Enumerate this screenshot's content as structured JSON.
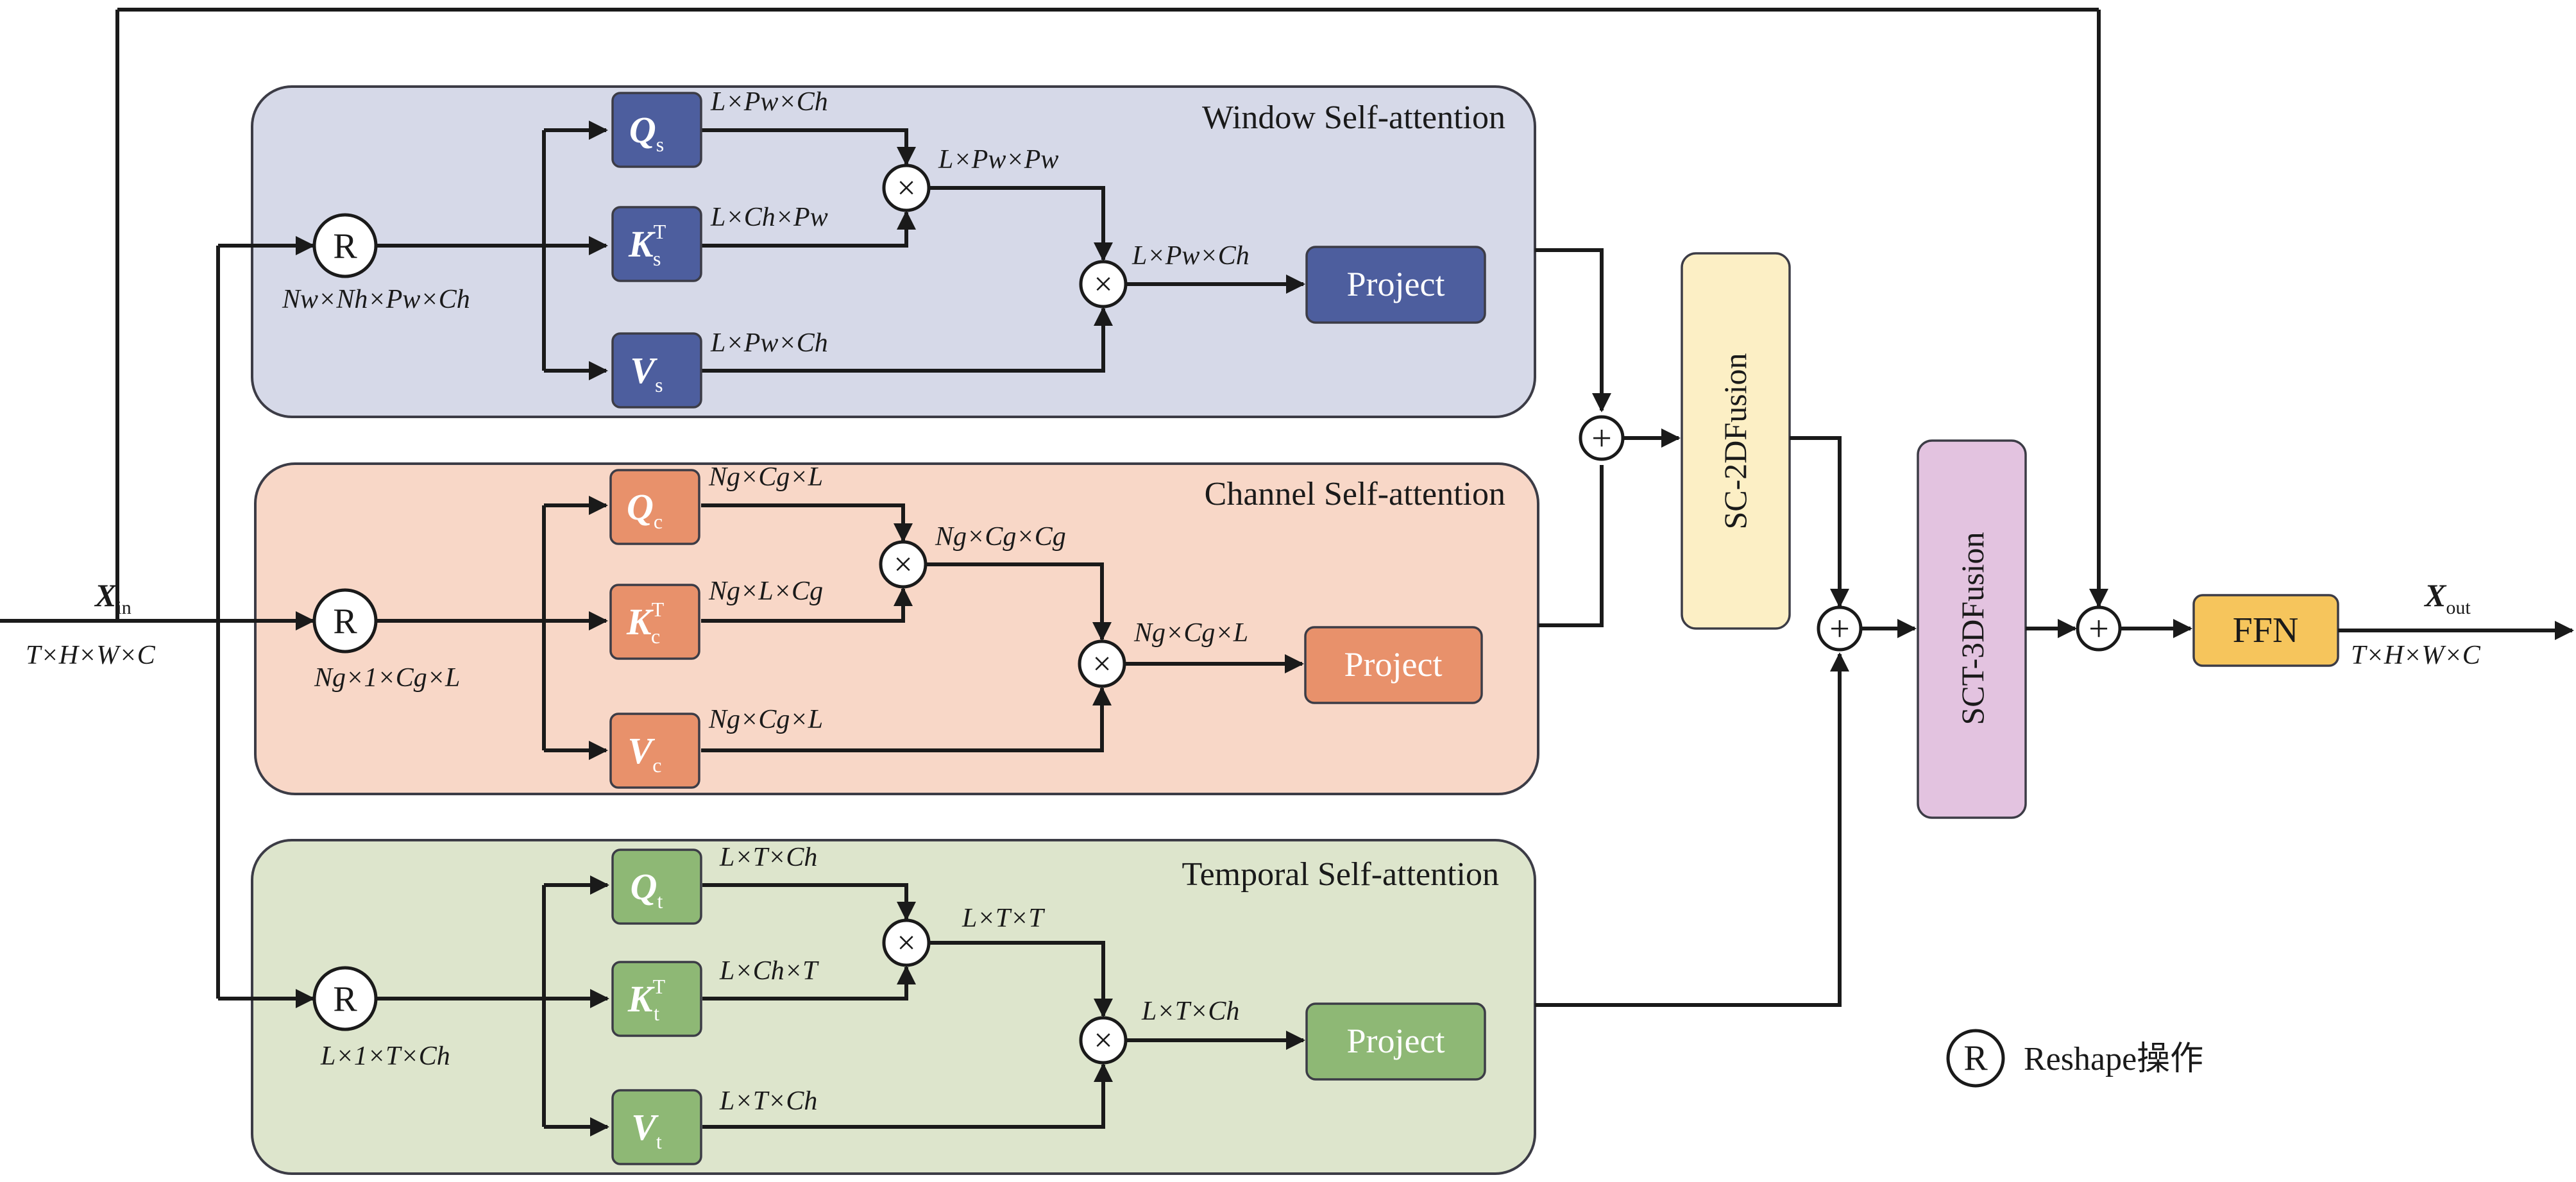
{
  "colors": {
    "window_panel": "#d6d9e8",
    "window_block": "#4d5e9e",
    "channel_panel": "#f8d7c7",
    "channel_block": "#e8916b",
    "temporal_panel": "#dde5cc",
    "temporal_block": "#8eb875",
    "sc2d": "#fcefc5",
    "sct3d": "#e3c3e0",
    "ffn": "#f6c55c"
  },
  "input": {
    "symbol": "X",
    "sub": "in",
    "shape": "T×H×W×C"
  },
  "output": {
    "symbol": "X",
    "sub": "out",
    "shape": "T×H×W×C"
  },
  "panels": {
    "window": {
      "title": "Window Self-attention",
      "reshape_symbol": "R",
      "reshape_dims": "Nw×Nh×Pw×Ch",
      "q": {
        "letter": "Q",
        "sub": "s",
        "sup": ""
      },
      "k": {
        "letter": "K",
        "sub": "s",
        "sup": "T"
      },
      "v": {
        "letter": "V",
        "sub": "s",
        "sup": ""
      },
      "q_dims": "L×Pw×Ch",
      "k_dims": "L×Ch×Pw",
      "v_dims": "L×Pw×Ch",
      "attn_dims": "L×Pw×Pw",
      "out_dims": "L×Pw×Ch",
      "project_label": "Project"
    },
    "channel": {
      "title": "Channel Self-attention",
      "reshape_symbol": "R",
      "reshape_dims": "Ng×1×Cg×L",
      "q": {
        "letter": "Q",
        "sub": "c",
        "sup": ""
      },
      "k": {
        "letter": "K",
        "sub": "c",
        "sup": "T"
      },
      "v": {
        "letter": "V",
        "sub": "c",
        "sup": ""
      },
      "q_dims": "Ng×Cg×L",
      "k_dims": "Ng×L×Cg",
      "v_dims": "Ng×Cg×L",
      "attn_dims": "Ng×Cg×Cg",
      "out_dims": "Ng×Cg×L",
      "project_label": "Project"
    },
    "temporal": {
      "title": "Temporal Self-attention",
      "reshape_symbol": "R",
      "reshape_dims": "L×1×T×Ch",
      "q": {
        "letter": "Q",
        "sub": "t",
        "sup": ""
      },
      "k": {
        "letter": "K",
        "sub": "t",
        "sup": "T"
      },
      "v": {
        "letter": "V",
        "sub": "t",
        "sup": ""
      },
      "q_dims": "L×T×Ch",
      "k_dims": "L×Ch×T",
      "v_dims": "L×T×Ch",
      "attn_dims": "L×T×T",
      "out_dims": "L×T×Ch",
      "project_label": "Project"
    }
  },
  "fusion": {
    "sc2d_label": "SC-2DFusion",
    "sct3d_label": "SCT-3DFusion",
    "ffn_label": "FFN"
  },
  "operators": {
    "multiply": "×",
    "add": "+"
  },
  "legend": {
    "symbol": "R",
    "text": "Reshape操作"
  }
}
